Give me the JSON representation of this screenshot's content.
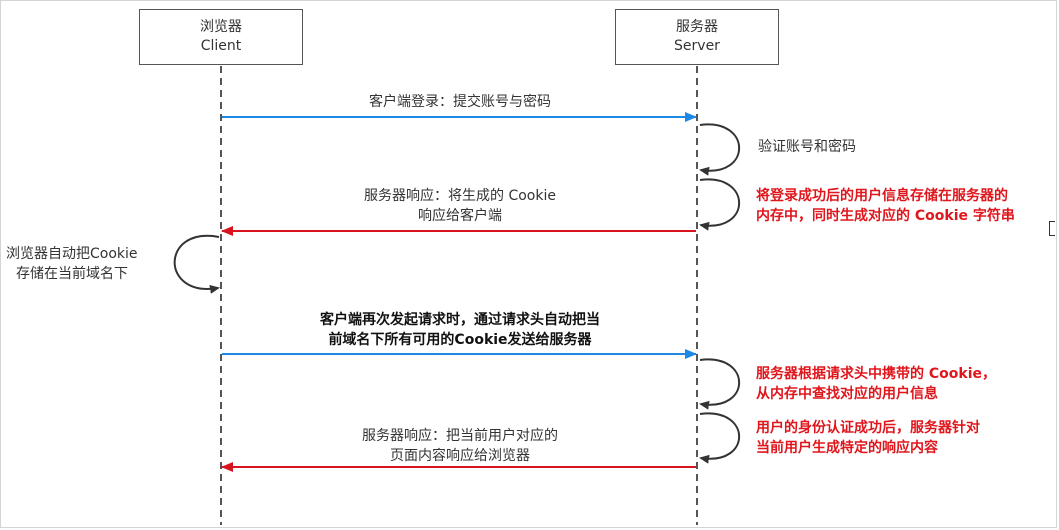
{
  "client": {
    "name_cn": "浏览器",
    "name_en": "Client"
  },
  "server": {
    "name_cn": "服务器",
    "name_en": "Server"
  },
  "colors": {
    "request": "#1e88e5",
    "response": "#d7141d",
    "note_red": "#e0161d",
    "lifeline": "#555555"
  },
  "steps": {
    "login_request": "客户端登录：提交账号与密码",
    "verify": "验证账号和密码",
    "server_store": [
      "将登录成功后的用户信息存储在服务器的",
      "内存中，同时生成对应的 Cookie 字符串"
    ],
    "response_cookie": [
      "服务器响应：将生成的 Cookie",
      "响应给客户端"
    ],
    "browser_store": [
      "浏览器自动把Cookie",
      "存储在当前域名下"
    ],
    "second_request": [
      "客户端再次发起请求时，通过请求头自动把当",
      "前域名下所有可用的Cookie发送给服务器"
    ],
    "server_lookup": [
      "服务器根据请求头中携带的 Cookie，",
      "从内存中查找对应的用户信息"
    ],
    "server_auth": [
      "用户的身份认证成功后，服务器针对",
      "当前用户生成特定的响应内容"
    ],
    "response_page": [
      "服务器响应：把当前用户对应的",
      "页面内容响应给浏览器"
    ]
  }
}
